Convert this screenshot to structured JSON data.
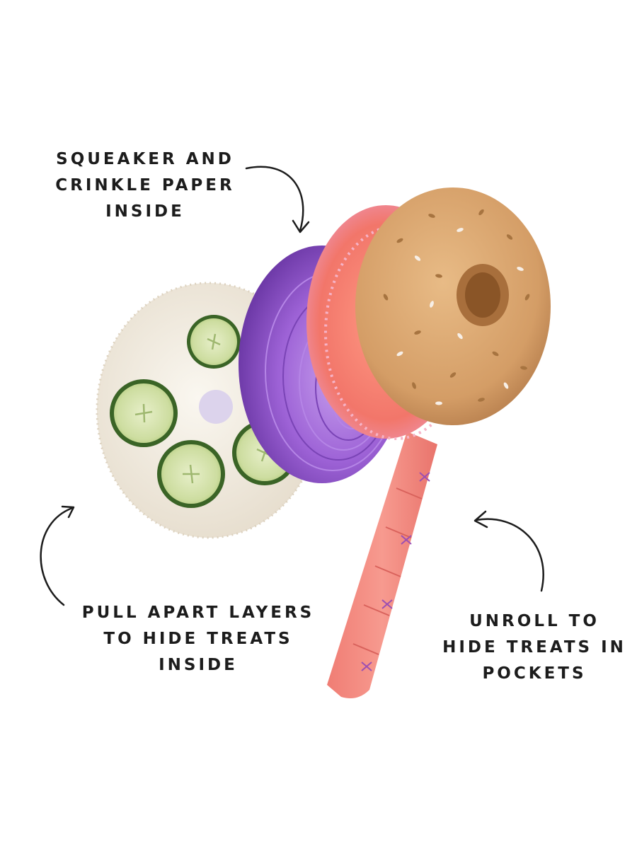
{
  "image": {
    "subject": "plush dog toy shaped like a bagel sandwich with layers pulled apart",
    "background_color": "#ffffff"
  },
  "callouts": {
    "top": {
      "lines": [
        "SQUEAKER AND",
        "CRINKLE PAPER",
        "INSIDE"
      ]
    },
    "left": {
      "lines": [
        "PULL APART LAYERS",
        "TO HIDE TREATS",
        "INSIDE"
      ]
    },
    "right": {
      "lines": [
        "UNROLL TO",
        "HIDE TREATS IN",
        "POCKETS"
      ]
    }
  },
  "colors": {
    "cream_cheese": "#f2ede3",
    "cucumber_skin": "#3f6b2a",
    "cucumber_flesh": "#d9e5b4",
    "onion": "#8a4fc4",
    "salmon": "#f0826e",
    "bagel": "#d9a56e",
    "text": "#1c1c1c"
  }
}
